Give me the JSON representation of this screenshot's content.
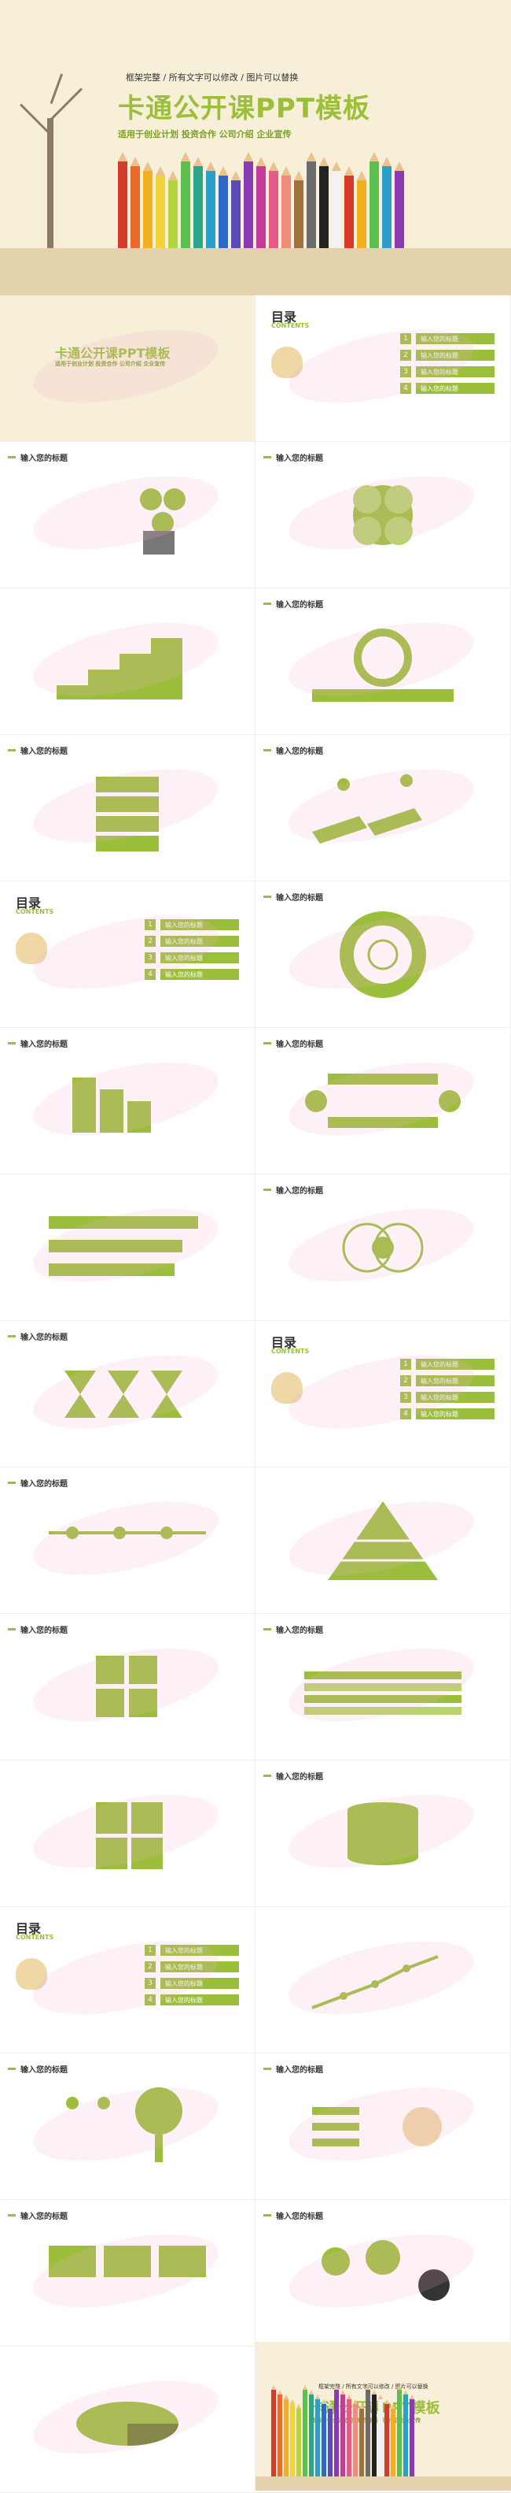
{
  "hero": {
    "topline": "框架完整 / 所有文字可以修改 / 图片可以替换",
    "title": "卡通公开课PPT模板",
    "subtitle": "适用于创业计划  投资合作  公司介绍  企业宣传"
  },
  "common": {
    "slide_header": "输入您的标题",
    "toc_title": "目录",
    "toc_contents": "CONTENTS",
    "toc_item": "输入您的标题"
  },
  "colors": {
    "accent": "#9bbf3b",
    "bg_cream": "#f7efd7"
  },
  "pencil_colors": [
    "#d73a2b",
    "#ea6a2a",
    "#f3b01e",
    "#f4d23a",
    "#b6d53a",
    "#5cbf4f",
    "#2aa58a",
    "#2aa0c9",
    "#2a6bc9",
    "#5a4bb8",
    "#8a3bb2",
    "#c43b9b",
    "#e55b86",
    "#f08c7a",
    "#a0713c",
    "#6b6b6b",
    "#222222",
    "#f2f2f2",
    "#d73a2b",
    "#f3b01e",
    "#5cbf4f",
    "#2aa0c9",
    "#8a3bb2"
  ]
}
